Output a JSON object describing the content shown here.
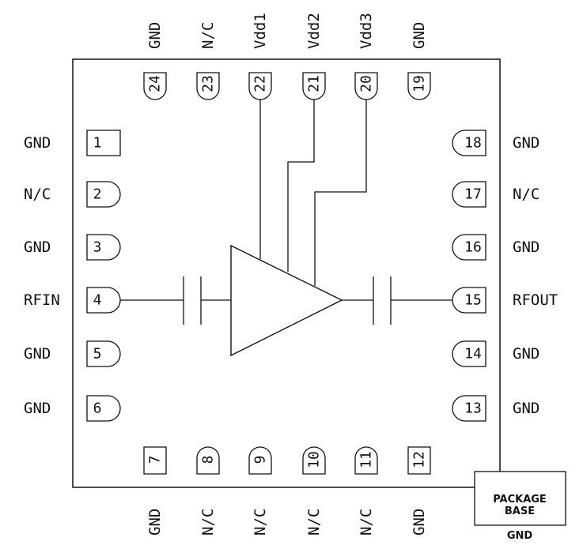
{
  "diagram": {
    "left_pins": [
      {
        "num": "1",
        "name": "GND",
        "shape": "square"
      },
      {
        "num": "2",
        "name": "N/C",
        "shape": "rounded"
      },
      {
        "num": "3",
        "name": "GND",
        "shape": "rounded"
      },
      {
        "num": "4",
        "name": "RFIN",
        "shape": "rounded"
      },
      {
        "num": "5",
        "name": "GND",
        "shape": "rounded"
      },
      {
        "num": "6",
        "name": "GND",
        "shape": "rounded"
      }
    ],
    "right_pins": [
      {
        "num": "18",
        "name": "GND",
        "shape": "rounded"
      },
      {
        "num": "17",
        "name": "N/C",
        "shape": "rounded"
      },
      {
        "num": "16",
        "name": "GND",
        "shape": "rounded"
      },
      {
        "num": "15",
        "name": "RFOUT",
        "shape": "rounded"
      },
      {
        "num": "14",
        "name": "GND",
        "shape": "rounded"
      },
      {
        "num": "13",
        "name": "GND",
        "shape": "rounded"
      }
    ],
    "top_pins": [
      {
        "num": "24",
        "name": "GND",
        "shape": "rounded"
      },
      {
        "num": "23",
        "name": "N/C",
        "shape": "rounded"
      },
      {
        "num": "22",
        "name": "Vdd1",
        "shape": "rounded"
      },
      {
        "num": "21",
        "name": "Vdd2",
        "shape": "rounded"
      },
      {
        "num": "20",
        "name": "Vdd3",
        "shape": "rounded"
      },
      {
        "num": "19",
        "name": "GND",
        "shape": "rounded"
      }
    ],
    "bottom_pins": [
      {
        "num": "7",
        "name": "GND",
        "shape": "square"
      },
      {
        "num": "8",
        "name": "N/C",
        "shape": "rounded"
      },
      {
        "num": "9",
        "name": "N/C",
        "shape": "rounded"
      },
      {
        "num": "10",
        "name": "N/C",
        "shape": "rounded"
      },
      {
        "num": "11",
        "name": "N/C",
        "shape": "rounded"
      },
      {
        "num": "12",
        "name": "GND",
        "shape": "square"
      }
    ],
    "package_base": {
      "line1": "PACKAGE",
      "line2": "BASE",
      "pin": "GND"
    }
  }
}
